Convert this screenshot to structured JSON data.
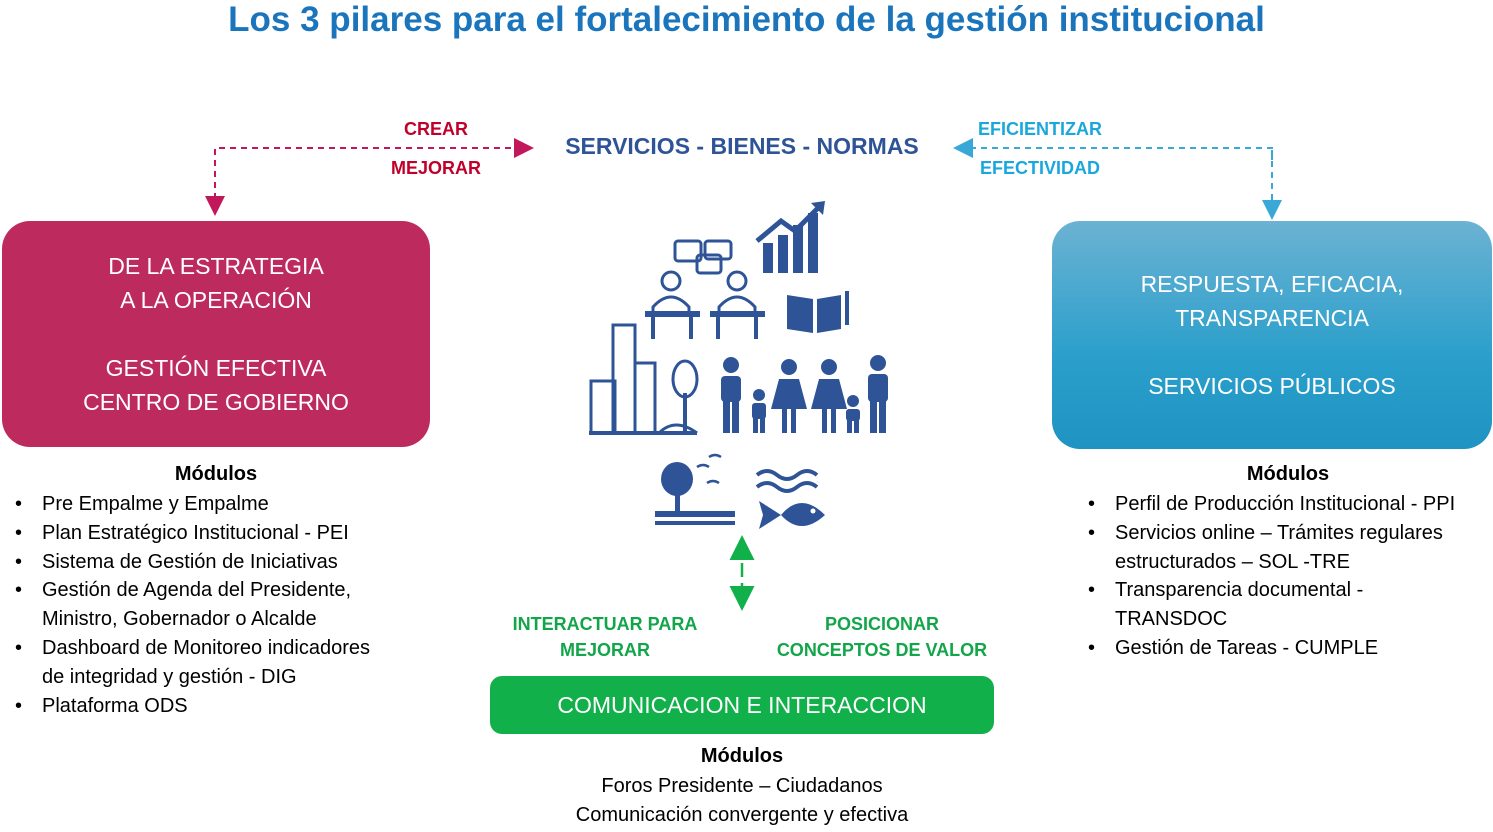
{
  "title": "Los 3 pilares para el fortalecimiento de la gestión institucional",
  "center_label": "SERVICIOS - BIENES - NORMAS",
  "left_arrow": {
    "top_label": "CREAR",
    "bottom_label": "MEJORAR",
    "color": "#c0002a"
  },
  "right_arrow": {
    "top_label": "EFICIENTIZAR",
    "bottom_label": "EFECTIVIDAD",
    "color": "#1aa8dc"
  },
  "left_pillar": {
    "lines": [
      "DE LA ESTRATEGIA",
      "A LA OPERACIÓN",
      "",
      "GESTIÓN EFECTIVA",
      "CENTRO DE GOBIERNO"
    ],
    "color": "#bd2b5e",
    "modules_title": "Módulos",
    "modules": [
      [
        "Pre Empalme y Empalme"
      ],
      [
        "Plan Estratégico Institucional - PEI"
      ],
      [
        "Sistema de Gestión de Iniciativas"
      ],
      [
        "Gestión de Agenda del Presidente,",
        "Ministro, Gobernador o Alcalde"
      ],
      [
        "Dashboard de Monitoreo indicadores",
        "de integridad y gestión - DIG"
      ],
      [
        "Plataforma ODS"
      ]
    ]
  },
  "right_pillar": {
    "lines": [
      "RESPUESTA, EFICACIA,",
      "TRANSPARENCIA",
      "",
      "SERVICIOS PÚBLICOS"
    ],
    "color": "#2a9fcb",
    "modules_title": "Módulos",
    "modules": [
      [
        "Perfil de Producción Institucional - PPI"
      ],
      [
        "Servicios  online – Trámites regulares",
        "estructurados – SOL -TRE"
      ],
      [
        "Transparencia documental -",
        "TRANSDOC"
      ],
      [
        "Gestión de Tareas - CUMPLE"
      ]
    ]
  },
  "bottom_pillar": {
    "label": "COMUNICACION E INTERACCION",
    "color": "#12b04b",
    "left_label": [
      "INTERACTUAR PARA",
      "MEJORAR"
    ],
    "right_label": [
      "POSICIONAR",
      "CONCEPTOS DE VALOR"
    ],
    "modules_title": "Módulos",
    "modules": [
      "Foros Presidente – Ciudadanos",
      "Comunicación convergente y efectiva"
    ]
  },
  "icons": [
    "meeting-icon",
    "growth-chart-icon",
    "book-icon",
    "city-icon",
    "tree-icon",
    "family-icon",
    "nature-icon",
    "fish-icon"
  ],
  "icon_color": "#2e5497"
}
